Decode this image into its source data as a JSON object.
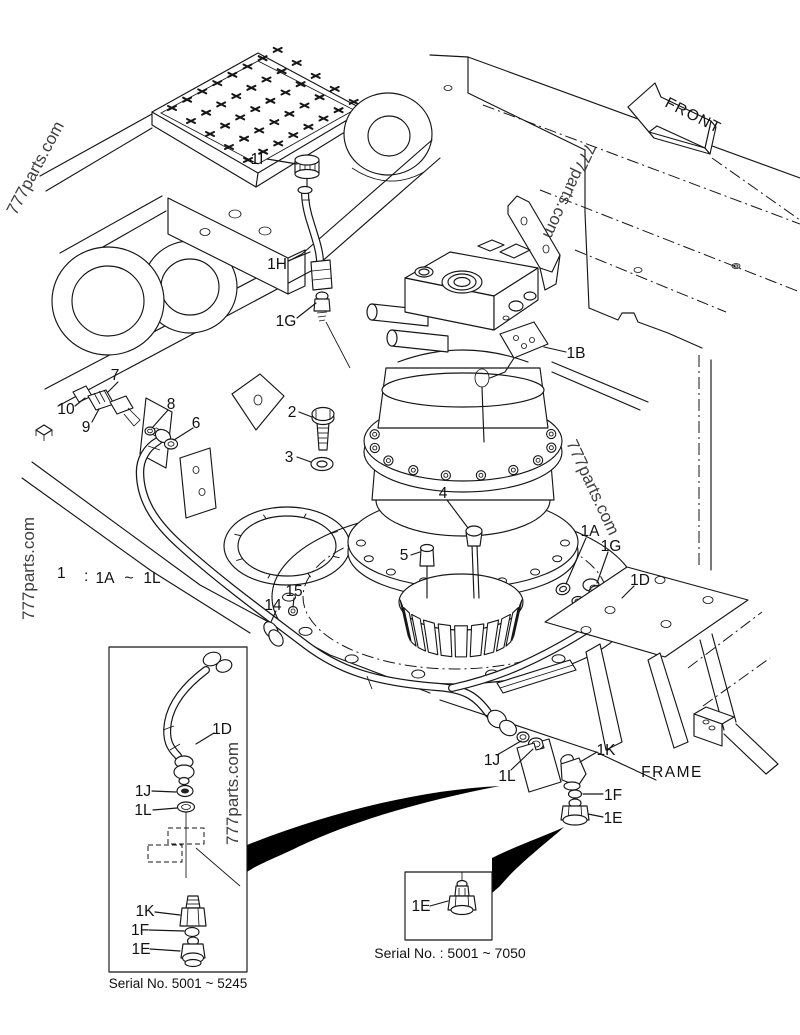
{
  "watermark": {
    "text": "777parts.com"
  },
  "front_arrow": {
    "label": "FRONT"
  },
  "frame_label": "FRAME",
  "legend": {
    "item": "1",
    "separator": ":",
    "range_start": "1A",
    "range_symbol": "~",
    "range_end": "1L"
  },
  "callouts": {
    "c1I": "1I",
    "c1H": "1H",
    "c1G_top": "1G",
    "c1B": "1B",
    "c2": "2",
    "c3": "3",
    "c4": "4",
    "c5": "5",
    "c6": "6",
    "c7": "7",
    "c8": "8",
    "c9": "9",
    "c10": "10",
    "c14": "14",
    "c15": "15",
    "c1A": "1A",
    "c1G_right": "1G",
    "c1D": "1D",
    "c1J": "1J",
    "c1L": "1L",
    "c1K": "1K",
    "c1F": "1F",
    "c1E": "1E"
  },
  "inset_left": {
    "callouts": {
      "c1D": "1D",
      "c1J": "1J",
      "c1L": "1L",
      "c1K": "1K",
      "c1F": "1F",
      "c1E": "1E"
    },
    "caption": "Serial No. 5001 ~ 5245"
  },
  "inset_right": {
    "callouts": {
      "c1E": "1E"
    },
    "caption": "Serial No. : 5001 ~ 7050"
  }
}
